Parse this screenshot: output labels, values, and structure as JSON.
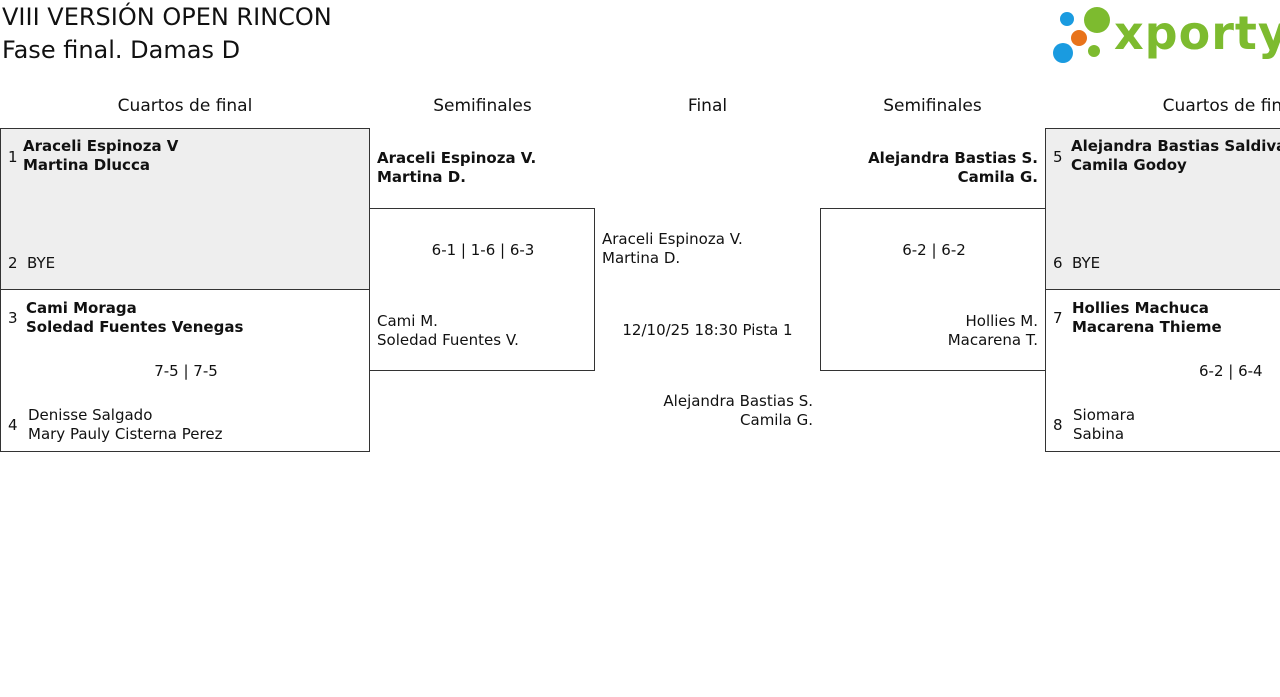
{
  "header": {
    "title": "VIII VERSIÓN OPEN RINCON",
    "subtitle": "Fase final. Damas D",
    "logo_text": "xporty"
  },
  "rounds": {
    "qf_left": "Cuartos de final",
    "sf_left": "Semifinales",
    "final": "Final",
    "sf_right": "Semifinales",
    "qf_right": "Cuartos de final"
  },
  "qf_left": {
    "match1": {
      "seed_a": "1",
      "team_a": [
        "Araceli Espinoza V",
        "Martina Dlucca"
      ],
      "seed_b": "2",
      "team_b": [
        "BYE"
      ]
    },
    "match2": {
      "seed_a": "3",
      "team_a": [
        "Cami Moraga",
        "Soledad Fuentes Venegas"
      ],
      "score": "7-5 | 7-5",
      "seed_b": "4",
      "team_b": [
        "Denisse Salgado",
        "Mary Pauly Cisterna Perez"
      ]
    }
  },
  "qf_right": {
    "match1": {
      "seed_a": "5",
      "team_a": [
        "Alejandra Bastias Saldivar",
        "Camila Godoy"
      ],
      "seed_b": "6",
      "team_b": [
        "BYE"
      ]
    },
    "match2": {
      "seed_a": "7",
      "team_a": [
        "Hollies Machuca",
        "Macarena Thieme"
      ],
      "score": "6-2 | 6-4",
      "seed_b": "8",
      "team_b": [
        "Siomara",
        "Sabina"
      ]
    }
  },
  "sf_left": {
    "team_a": [
      "Araceli Espinoza V.",
      "Martina D."
    ],
    "score": "6-1 | 1-6 | 6-3",
    "team_b": [
      "Cami M.",
      "Soledad Fuentes V."
    ]
  },
  "sf_right": {
    "team_a": [
      "Alejandra Bastias S.",
      "Camila G."
    ],
    "score": "6-2 | 6-2",
    "team_b": [
      "Hollies M.",
      "Macarena T."
    ]
  },
  "final": {
    "team_a": [
      "Araceli Espinoza V.",
      "Martina D."
    ],
    "schedule": "12/10/25 18:30 Pista 1",
    "team_b": [
      "Alejandra Bastias S.",
      "Camila G."
    ]
  },
  "colors": {
    "box_grey": "#eeeeee",
    "logo_green": "#7dbb2f",
    "logo_blue": "#1a9be0",
    "logo_orange": "#e8731a"
  }
}
